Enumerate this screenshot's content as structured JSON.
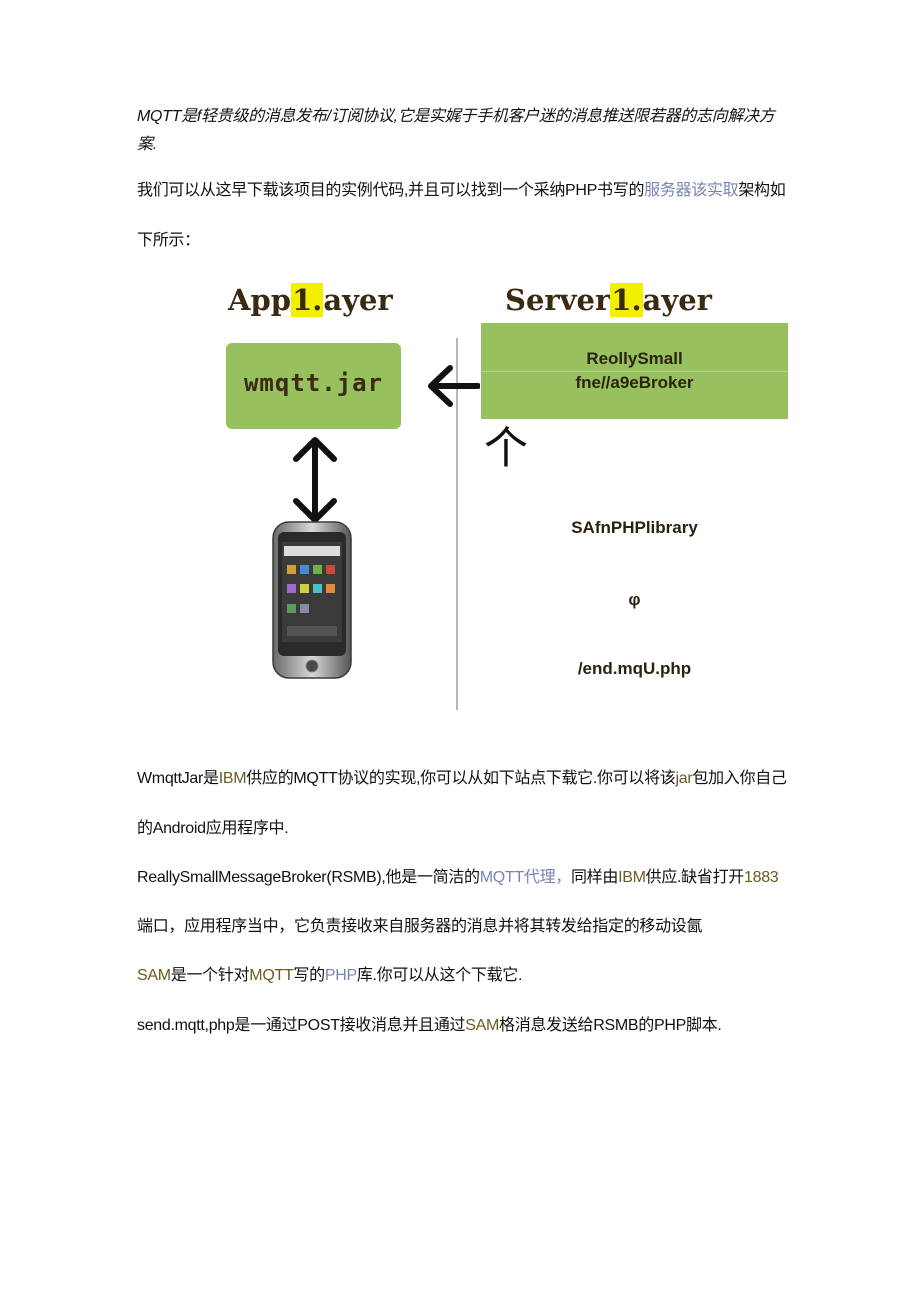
{
  "paragraphs": {
    "p1_line1": "MQTT是f轻贵级的消息发布/订阅协议,它是实娓于手机客户迷的消息推送限若器的志向解决方",
    "p1_line2": "案.",
    "p2_line1_a": "我们可以从这早下载该项目的实例代码,并且可以找到一个采纳PHP书写的",
    "p2_line1_link": "服务器该实取",
    "p2_line1_b": "架构如",
    "p2_line2": "下所示：",
    "p3_line1_a": "WmqttJar是",
    "p3_line1_ibm": "IBM",
    "p3_line1_b": "供应的MQTT协议的实现,你可以从如下站点下载它.你可以将该",
    "p3_line1_jar": "jar",
    "p3_line1_c": "包加入你自己",
    "p3_line2": "的Android应用程序中.",
    "p4_line1_a": "ReallySmallMessageBroker(RSMB),他是一简洁的",
    "p4_line1_link": "MQTT代理，",
    "p4_line1_b": "同样由",
    "p4_line1_ibm": "IBM",
    "p4_line1_c": "供应.缺省打开",
    "p4_line1_port": "1883",
    "p4_line2": "端口，应用程序当中，它负责接收来自服务器的消息并将其转发给指定的移动设氤",
    "p5_sam": "SAM",
    "p5_a": "是一个针对",
    "p5_mqtt": "MQTT",
    "p5_b": "写的",
    "p5_php": "PHP",
    "p5_c": "库.你可以从这个下载它.",
    "p6_a": "send.mqtt,php是一通过POST接收消息并且通过",
    "p6_sam": "SAM",
    "p6_b": "格消息发送给RSMB的PHP脚本."
  },
  "diagram": {
    "app_title_a": "App",
    "app_title_hl": "1.",
    "app_title_b": "ayer",
    "server_title_a": "Server",
    "server_title_hl": "1.",
    "server_title_b": "ayer",
    "wmqtt_label": "wmqtt.jar",
    "broker_line1": "ReollySmall",
    "broker_line2": "fne//a9eBroker",
    "up_glyph": "个",
    "sam_label": "SAfnPHPlibrary",
    "phi_glyph": "φ",
    "send_label": "/end.mqU.php",
    "colors": {
      "box_green": "#97c05e",
      "title_brown": "#3a2a10",
      "highlight": "#f2f000"
    }
  }
}
